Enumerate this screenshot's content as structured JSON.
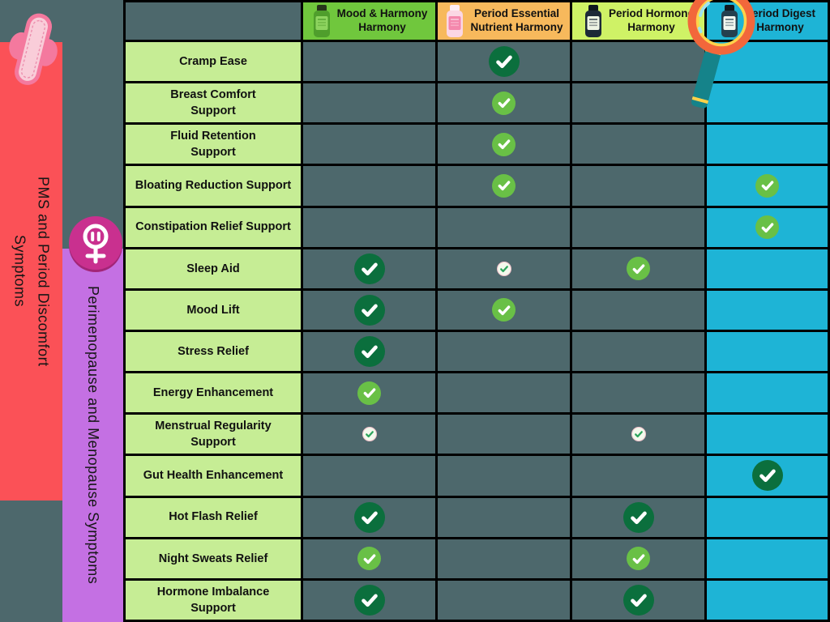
{
  "page": {
    "background_color": "#4d686c",
    "grid_line_color": "#000000"
  },
  "banners": {
    "pms": {
      "lines": [
        "PMS and Period Discomfort",
        "Symptoms"
      ],
      "color": "#fb5157"
    },
    "menopause": {
      "text": "Perimenopause and Menopause Symptoms",
      "color": "#c470e3"
    }
  },
  "icons": {
    "pad_icon": {
      "outer_color": "#f4799e",
      "inner_color": "#f9cdd9",
      "stitch_color": "#ec8fae"
    },
    "female_icon": {
      "circle_color": "#c9308f",
      "rim_color": "#a32577",
      "symbol_color": "#ffffff"
    },
    "magnifier_icon": {
      "ring_color": "#f2673b",
      "inner_ring_color": "#ffd24a",
      "handle_color": "#15838a",
      "glint_color": "#9fe3ee"
    }
  },
  "table": {
    "row_label_background": "#c6ed95",
    "cell_background": "#4d686c",
    "highlight_column_background": "#1eb4d6",
    "columns": [
      {
        "label_lines": [
          "Mood & Harmony",
          "Harmony"
        ],
        "header_color": "#70c73d",
        "highlight": false,
        "bottle": {
          "cap": "#26351b",
          "body": "#4f9e2c",
          "label": "#8ed45f"
        }
      },
      {
        "label_lines": [
          "Period Essential",
          "Nutrient Harmony"
        ],
        "header_color": "#f7b95c",
        "highlight": false,
        "bottle": {
          "cap": "#fdeef3",
          "body": "#fbd7e4",
          "label": "#f487ac"
        }
      },
      {
        "label_lines": [
          "Period Hormone",
          "Harmony"
        ],
        "header_color": "#cff266",
        "highlight": false,
        "bottle": {
          "cap": "#10181f",
          "body": "#1c2937",
          "label": "#eef4e4"
        }
      },
      {
        "label_lines": [
          "Period Digest",
          "Harmony"
        ],
        "header_color": "#1eb4d6",
        "highlight": true,
        "bottle": {
          "cap": "#10181f",
          "body": "#24404f",
          "label": "#f2f7f0"
        }
      }
    ],
    "check_styles": {
      "big": {
        "background": "#0b6f3d",
        "check_color": "#ffffff"
      },
      "mid": {
        "background": "#69c046",
        "check_color": "#ffffff"
      },
      "small": {
        "background": "#f3f9ec",
        "check_color": "#2da45c"
      }
    },
    "rows": [
      {
        "label_lines": [
          "Cramp Ease"
        ],
        "checks": [
          null,
          "big",
          null,
          null
        ]
      },
      {
        "label_lines": [
          "Breast Comfort",
          "Support"
        ],
        "checks": [
          null,
          "mid",
          null,
          null
        ]
      },
      {
        "label_lines": [
          "Fluid Retention",
          "Support"
        ],
        "checks": [
          null,
          "mid",
          null,
          null
        ]
      },
      {
        "label_lines": [
          "Bloating Reduction Support"
        ],
        "checks": [
          null,
          "mid",
          null,
          "mid"
        ]
      },
      {
        "label_lines": [
          "Constipation Relief Support"
        ],
        "checks": [
          null,
          null,
          null,
          "mid"
        ]
      },
      {
        "label_lines": [
          "Sleep Aid"
        ],
        "checks": [
          "big",
          "small",
          "mid",
          null
        ]
      },
      {
        "label_lines": [
          "Mood Lift"
        ],
        "checks": [
          "big",
          "mid",
          null,
          null
        ]
      },
      {
        "label_lines": [
          "Stress Relief"
        ],
        "checks": [
          "big",
          null,
          null,
          null
        ]
      },
      {
        "label_lines": [
          "Energy Enhancement"
        ],
        "checks": [
          "mid",
          null,
          null,
          null
        ]
      },
      {
        "label_lines": [
          "Menstrual Regularity",
          "Support"
        ],
        "checks": [
          "small",
          null,
          "small",
          null
        ]
      },
      {
        "label_lines": [
          "Gut Health Enhancement"
        ],
        "checks": [
          null,
          null,
          null,
          "big"
        ]
      },
      {
        "label_lines": [
          "Hot Flash Relief"
        ],
        "checks": [
          "big",
          null,
          "big",
          null
        ]
      },
      {
        "label_lines": [
          "Night Sweats Relief"
        ],
        "checks": [
          "mid",
          null,
          "mid",
          null
        ]
      },
      {
        "label_lines": [
          "Hormone Imbalance",
          "Support"
        ],
        "checks": [
          "big",
          null,
          "big",
          null
        ]
      }
    ]
  },
  "chart_data": {
    "type": "table",
    "columns": [
      "Mood & Harmony Harmony",
      "Period Essential Nutrient Harmony",
      "Period Hormone Harmony",
      "Period Digest Harmony"
    ],
    "check_legend": {
      "big": "large dark-green check",
      "mid": "medium light-green check",
      "small": "small white check with green tick",
      "null": "no support indicated"
    },
    "rows": [
      {
        "symptom": "Cramp Ease",
        "values": [
          null,
          "big",
          null,
          null
        ]
      },
      {
        "symptom": "Breast Comfort Support",
        "values": [
          null,
          "mid",
          null,
          null
        ]
      },
      {
        "symptom": "Fluid Retention Support",
        "values": [
          null,
          "mid",
          null,
          null
        ]
      },
      {
        "symptom": "Bloating Reduction Support",
        "values": [
          null,
          "mid",
          null,
          "mid"
        ]
      },
      {
        "symptom": "Constipation Relief Support",
        "values": [
          null,
          null,
          null,
          "mid"
        ]
      },
      {
        "symptom": "Sleep Aid",
        "values": [
          "big",
          "small",
          "mid",
          null
        ]
      },
      {
        "symptom": "Mood Lift",
        "values": [
          "big",
          "mid",
          null,
          null
        ]
      },
      {
        "symptom": "Stress Relief",
        "values": [
          "big",
          null,
          null,
          null
        ]
      },
      {
        "symptom": "Energy Enhancement",
        "values": [
          "mid",
          null,
          null,
          null
        ]
      },
      {
        "symptom": "Menstrual Regularity Support",
        "values": [
          "small",
          null,
          "small",
          null
        ]
      },
      {
        "symptom": "Gut Health Enhancement",
        "values": [
          null,
          null,
          null,
          "big"
        ]
      },
      {
        "symptom": "Hot Flash Relief",
        "values": [
          "big",
          null,
          "big",
          null
        ]
      },
      {
        "symptom": "Night Sweats Relief",
        "values": [
          "mid",
          null,
          "mid",
          null
        ]
      },
      {
        "symptom": "Hormone Imbalance Support",
        "values": [
          "big",
          null,
          "big",
          null
        ]
      }
    ],
    "side_categories": [
      {
        "label": "PMS and Period Discomfort Symptoms",
        "row_start": 0,
        "row_end": 10
      },
      {
        "label": "Perimenopause and Menopause Symptoms",
        "row_start": 5,
        "row_end": 13
      }
    ],
    "highlighted_column": "Period Digest Harmony"
  }
}
